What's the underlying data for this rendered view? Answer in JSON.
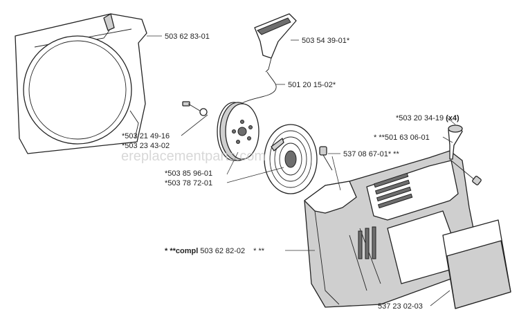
{
  "watermark": "ereplacementparts.com",
  "labels": {
    "fan_cover": "503 62 83-01",
    "handle": "503 54 39-01*",
    "cord": "501 20 15-02*",
    "screw_a": "*503 21 49-16",
    "screw_b": "*503 23 43-02",
    "spring_a": "*503 85 96-01",
    "spring_b": "*503 78 72-01",
    "pulley_screw": "537 08 67-01* **",
    "bolt_main": "*503 20 34-19",
    "bolt_qty": "(x4)",
    "bushing": "* **501 63 06-01",
    "assembly_prefix": "* **compl",
    "assembly_num": "503 62 82-02",
    "assembly_suffix": "* **",
    "decal": "537 23 02-03"
  }
}
